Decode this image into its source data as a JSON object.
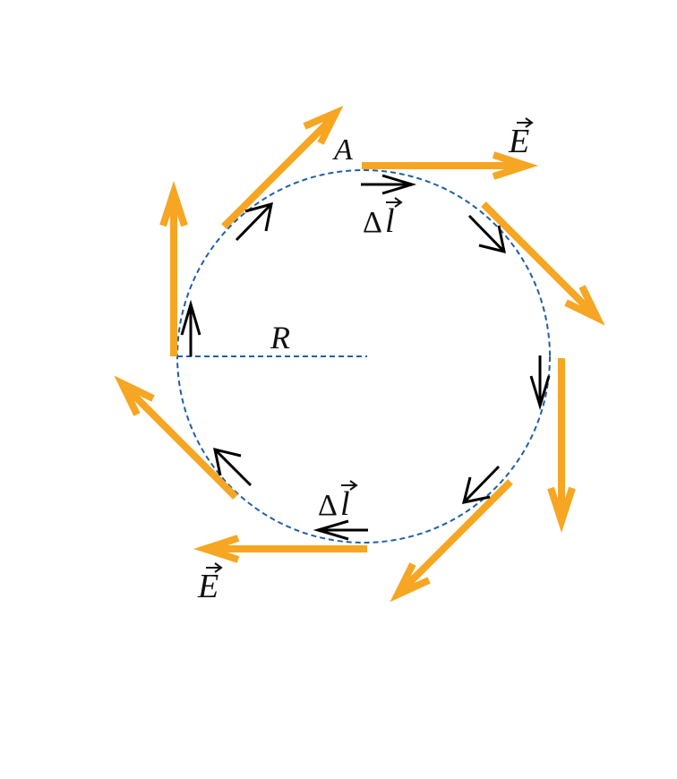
{
  "colors": {
    "field_arrow": "#F6A623",
    "element_arrow": "#000000",
    "circle": "#1F5FA8",
    "text": "#111111"
  },
  "labels": {
    "point": "A",
    "field": "E",
    "element_delta": "Δ",
    "element_l": "l",
    "radius": "R"
  }
}
